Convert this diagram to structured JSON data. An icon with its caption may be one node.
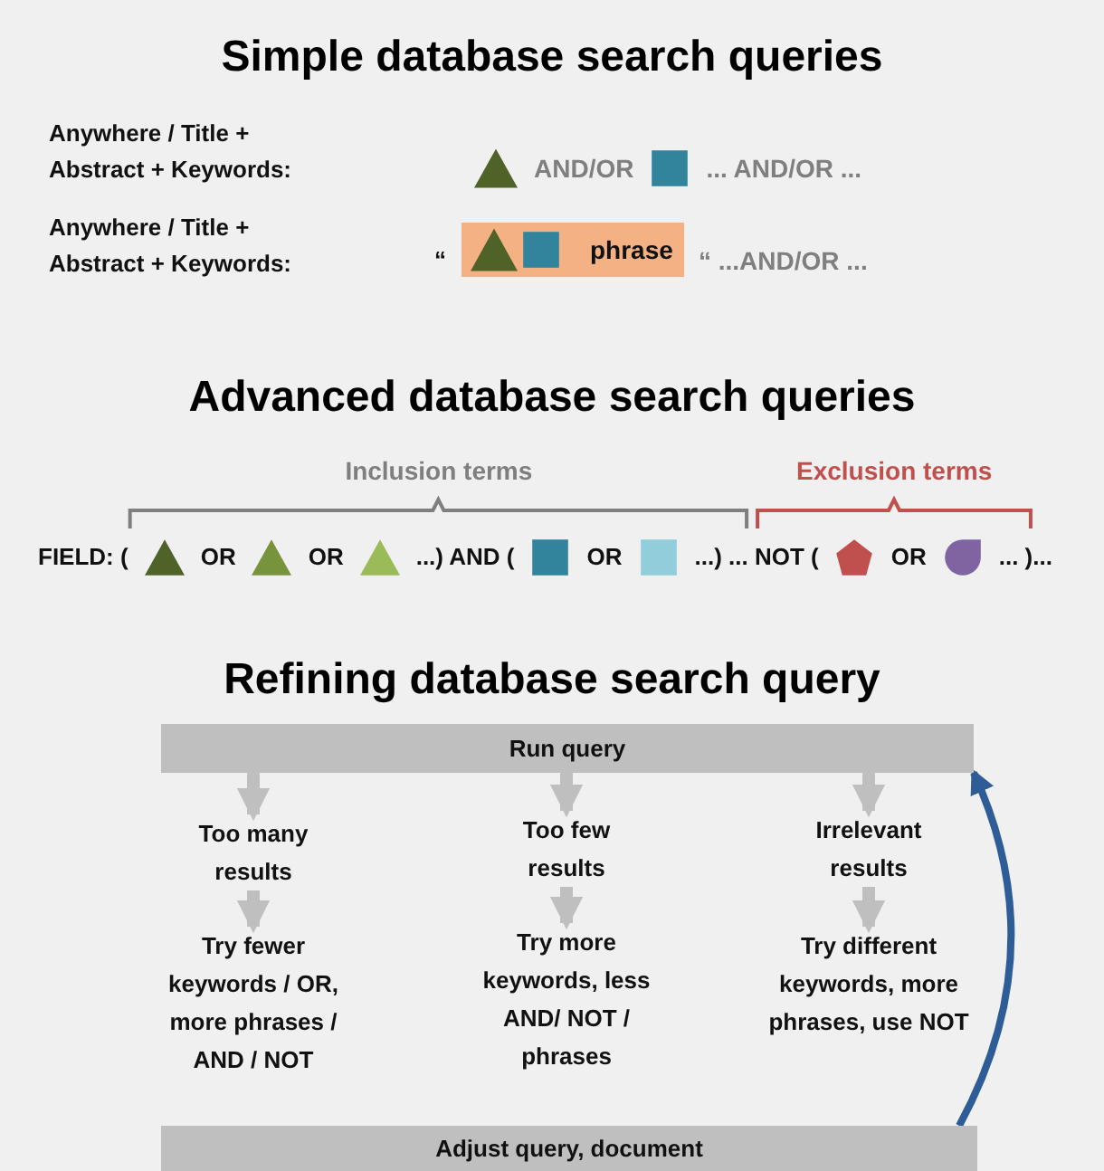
{
  "diagram": {
    "nodes": [
      {
        "text": [
          "phrase"
        ]
      },
      {
        "text": [
          "Run query"
        ]
      },
      {
        "text": [
          "Too many results"
        ]
      },
      {
        "text": [
          "Too few results"
        ]
      },
      {
        "text": [
          "Irrelevant results"
        ]
      },
      {
        "text": [
          "Try fewer keywords / OR, more phrases / AND / NOT"
        ]
      },
      {
        "text": [
          "Try more keywords, less AND/ NOT / phrases"
        ]
      },
      {
        "text": [
          "Try different keywords, more phrases, use NOT"
        ]
      },
      {
        "text": [
          "Adjust query, document"
        ]
      }
    ],
    "edges": [
      {
        "from": 1,
        "to": 2,
        "arrow": "to"
      },
      {
        "from": 1,
        "to": 3,
        "arrow": "to"
      },
      {
        "from": 1,
        "to": 4,
        "arrow": "to"
      },
      {
        "from": 2,
        "to": 5,
        "arrow": "to"
      },
      {
        "from": 3,
        "to": 6,
        "arrow": "to"
      },
      {
        "from": 4,
        "to": 7,
        "arrow": "to"
      },
      {
        "from": 8,
        "to": 1,
        "arrow": "to",
        "color": "#2e5c96"
      }
    ],
    "labels": [
      "Simple database search queries",
      "Anywhere / Title + Abstract + Keywords:",
      "AND/OR",
      "... AND/OR ...",
      "Anywhere / Title + Abstract + Keywords:",
      "“",
      "“ ...AND/OR ...",
      "Advanced database search queries",
      "Inclusion terms",
      "Exclusion terms",
      "FIELD: (",
      "OR",
      "OR",
      "...) AND (",
      "OR",
      "...) ... NOT (",
      "OR",
      "... )...",
      "Refining database search query"
    ]
  }
}
